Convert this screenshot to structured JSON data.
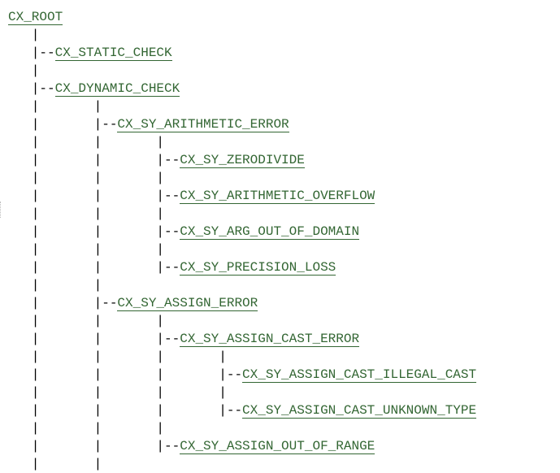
{
  "tree": [
    {
      "prefix": "",
      "name": "CX_ROOT"
    },
    {
      "prefix": "   |",
      "name": ""
    },
    {
      "prefix": "   |--",
      "name": "CX_STATIC_CHECK"
    },
    {
      "prefix": "   |",
      "name": ""
    },
    {
      "prefix": "   |--",
      "name": "CX_DYNAMIC_CHECK"
    },
    {
      "prefix": "   |       |",
      "name": ""
    },
    {
      "prefix": "   |       |--",
      "name": "CX_SY_ARITHMETIC_ERROR"
    },
    {
      "prefix": "   |       |       |",
      "name": ""
    },
    {
      "prefix": "   |       |       |--",
      "name": "CX_SY_ZERODIVIDE"
    },
    {
      "prefix": "   |       |       |",
      "name": ""
    },
    {
      "prefix": "   |       |       |--",
      "name": "CX_SY_ARITHMETIC_OVERFLOW"
    },
    {
      "prefix": "   |       |       |",
      "name": ""
    },
    {
      "prefix": "   |       |       |--",
      "name": "CX_SY_ARG_OUT_OF_DOMAIN"
    },
    {
      "prefix": "   |       |       |",
      "name": ""
    },
    {
      "prefix": "   |       |       |--",
      "name": "CX_SY_PRECISION_LOSS"
    },
    {
      "prefix": "   |       |",
      "name": ""
    },
    {
      "prefix": "   |       |--",
      "name": "CX_SY_ASSIGN_ERROR"
    },
    {
      "prefix": "   |       |       |",
      "name": ""
    },
    {
      "prefix": "   |       |       |--",
      "name": "CX_SY_ASSIGN_CAST_ERROR"
    },
    {
      "prefix": "   |       |       |       |",
      "name": ""
    },
    {
      "prefix": "   |       |       |       |--",
      "name": "CX_SY_ASSIGN_CAST_ILLEGAL_CAST"
    },
    {
      "prefix": "   |       |       |       |",
      "name": ""
    },
    {
      "prefix": "   |       |       |       |--",
      "name": "CX_SY_ASSIGN_CAST_UNKNOWN_TYPE"
    },
    {
      "prefix": "   |       |       |",
      "name": ""
    },
    {
      "prefix": "   |       |       |--",
      "name": "CX_SY_ASSIGN_OUT_OF_RANGE"
    },
    {
      "prefix": "   |       |",
      "name": ""
    }
  ]
}
